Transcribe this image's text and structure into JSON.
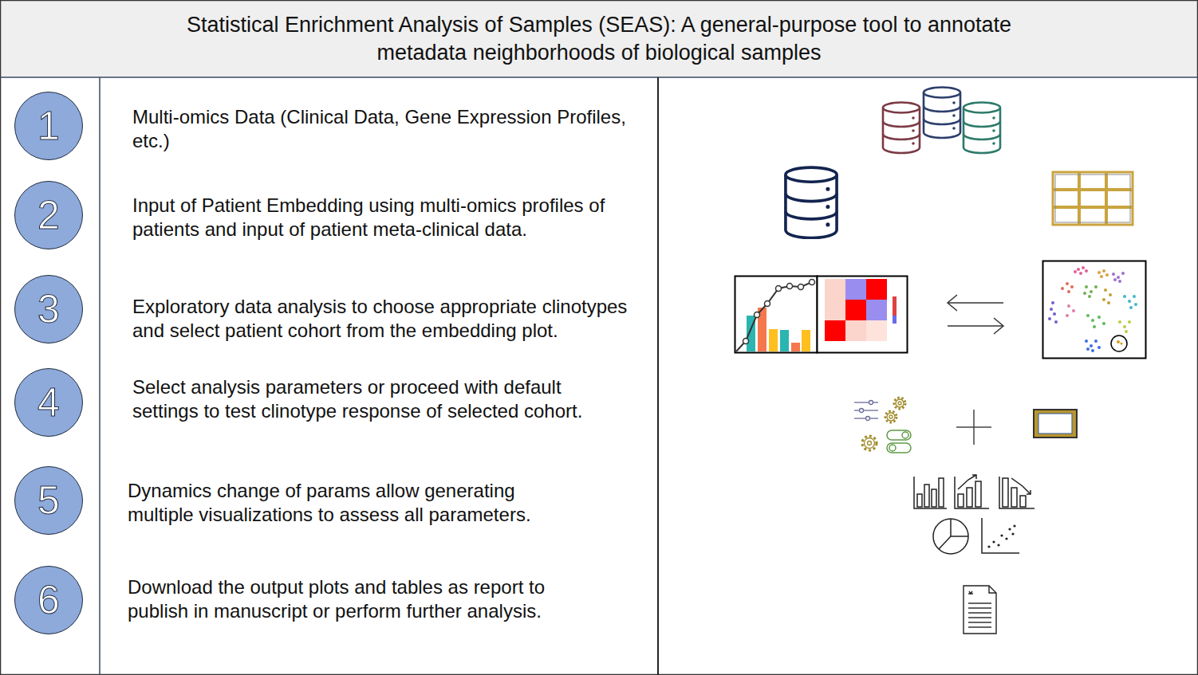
{
  "diagram": {
    "title": "Statistical Enrichment Analysis of Samples (SEAS): A general-purpose tool to annotate metadata neighborhoods of biological samples",
    "nodes": [
      {
        "text": [
          "1"
        ]
      },
      {
        "text": [
          "2"
        ]
      },
      {
        "text": [
          "3"
        ]
      },
      {
        "text": [
          "4"
        ]
      },
      {
        "text": [
          "5"
        ]
      },
      {
        "text": [
          "6"
        ]
      }
    ],
    "labels": [
      "Multi-omics Data (Clinical Data, Gene Expression Profiles, etc.)",
      "Input of Patient Embedding using multi-omics profiles of patients and input of patient meta-clinical data.",
      "Exploratory data analysis to choose appropriate clinotypes and select patient cohort from the embedding plot.",
      "Select analysis parameters or proceed with default settings to test clinotype response of selected cohort.",
      "Dynamics change of params allow generating multiple visualizations to assess all parameters.",
      "Download the output plots and tables as report to publish in manuscript or perform further analysis."
    ]
  }
}
